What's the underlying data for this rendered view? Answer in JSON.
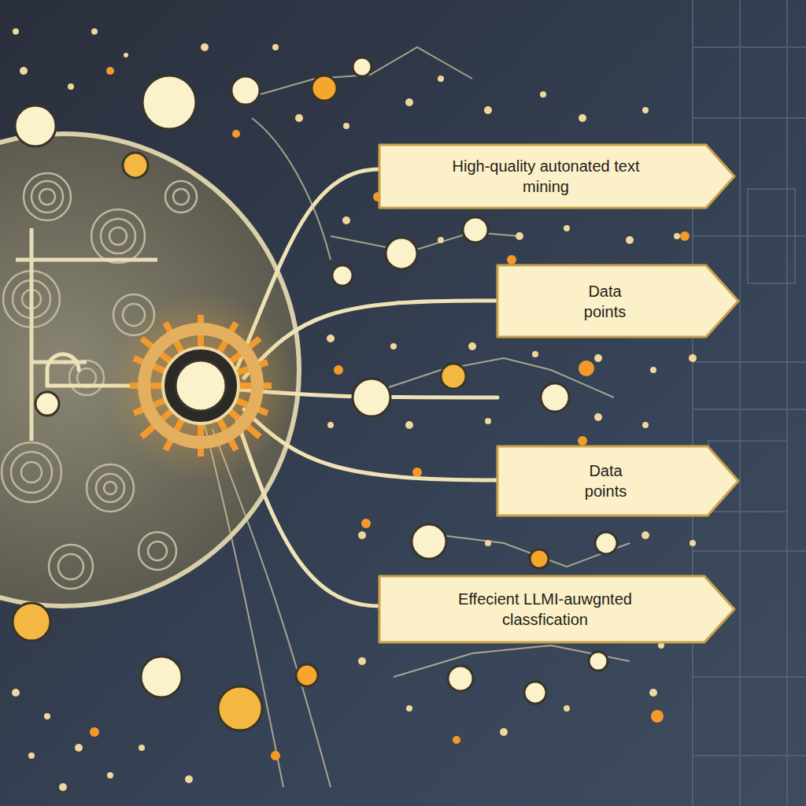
{
  "diagram": {
    "nodes": [
      {
        "text": [
          "High-quality autonated text mining"
        ]
      },
      {
        "text": [
          "Data points"
        ]
      },
      {
        "text": [
          "Data points"
        ]
      },
      {
        "text": [
          "Effecient LLMI-auwgnted classfication"
        ]
      }
    ]
  }
}
